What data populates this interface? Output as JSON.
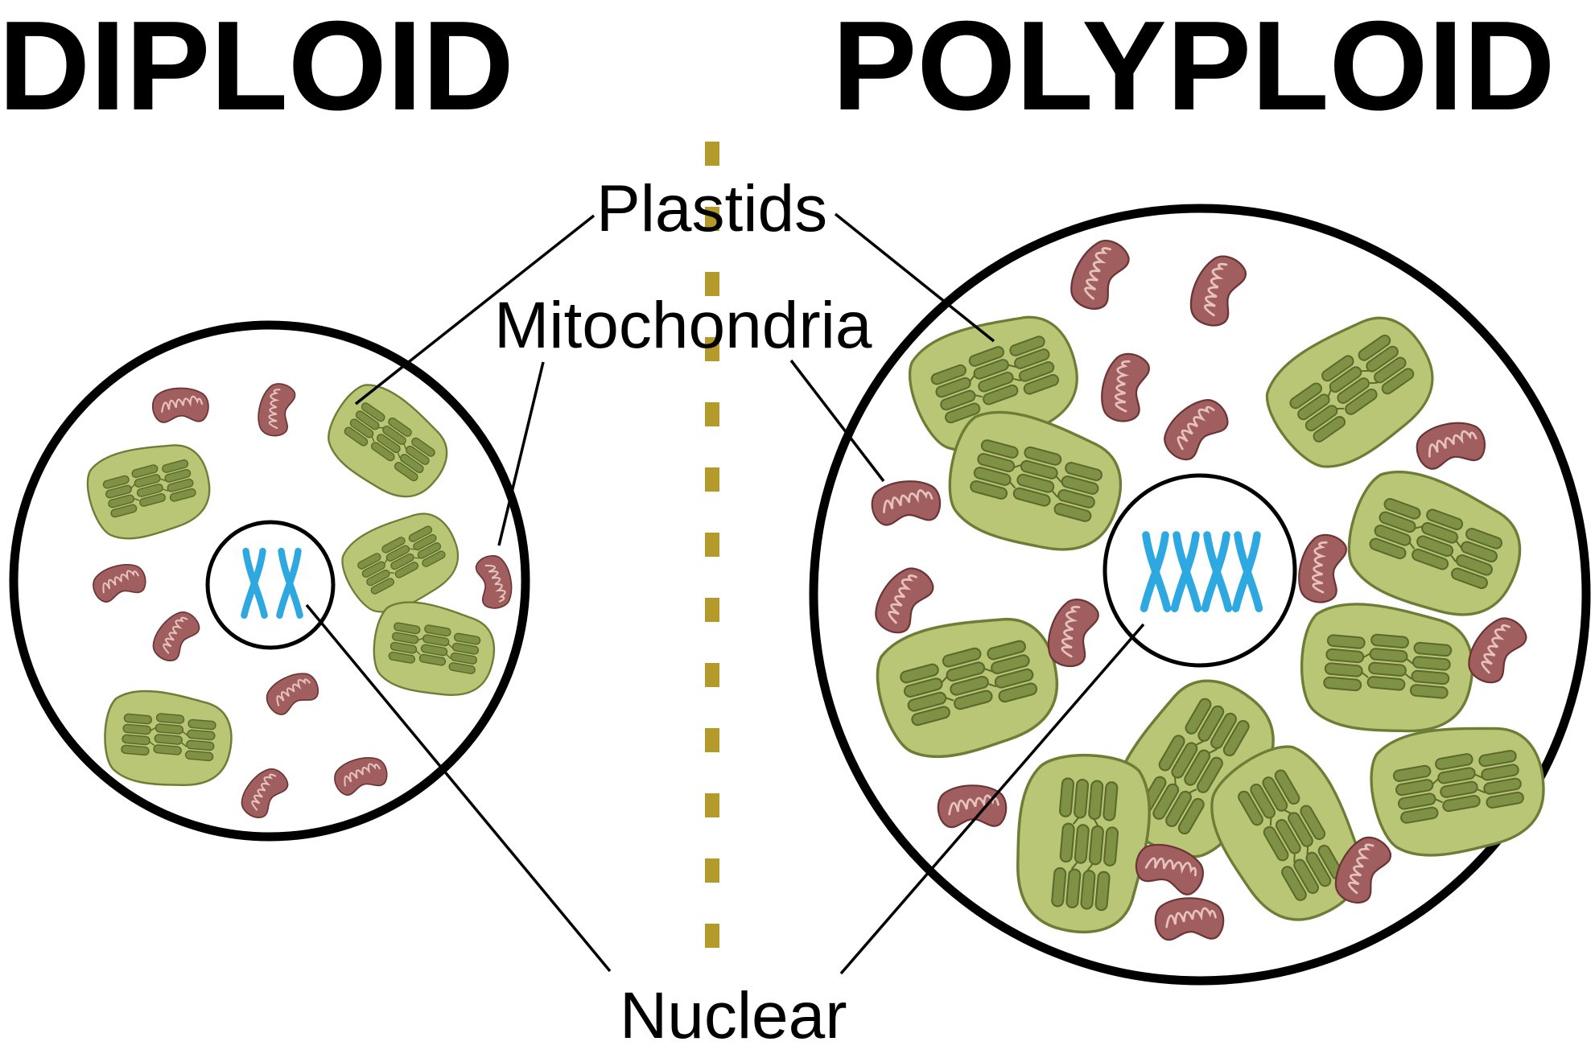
{
  "titles": {
    "left": "DIPLOID",
    "right": "POLYPLOID"
  },
  "labels": {
    "plastids": "Plastids",
    "mitochondria": "Mitochondria",
    "nuclear": "Nuclear"
  },
  "colors": {
    "plastid_fill": "#b8c675",
    "plastid_stroke": "#6e7d36",
    "thylakoid_fill": "#7f9145",
    "thylakoid_stroke": "#5b6a2c",
    "mito_fill": "#a05e5e",
    "mito_stroke": "#6b3535",
    "mito_crista": "#e6c2bc",
    "chromosome": "#2ea8e0",
    "divider": "#b39a2b"
  },
  "left_cell": {
    "chromosome_count": 2
  },
  "right_cell": {
    "chromosome_count": 4
  }
}
